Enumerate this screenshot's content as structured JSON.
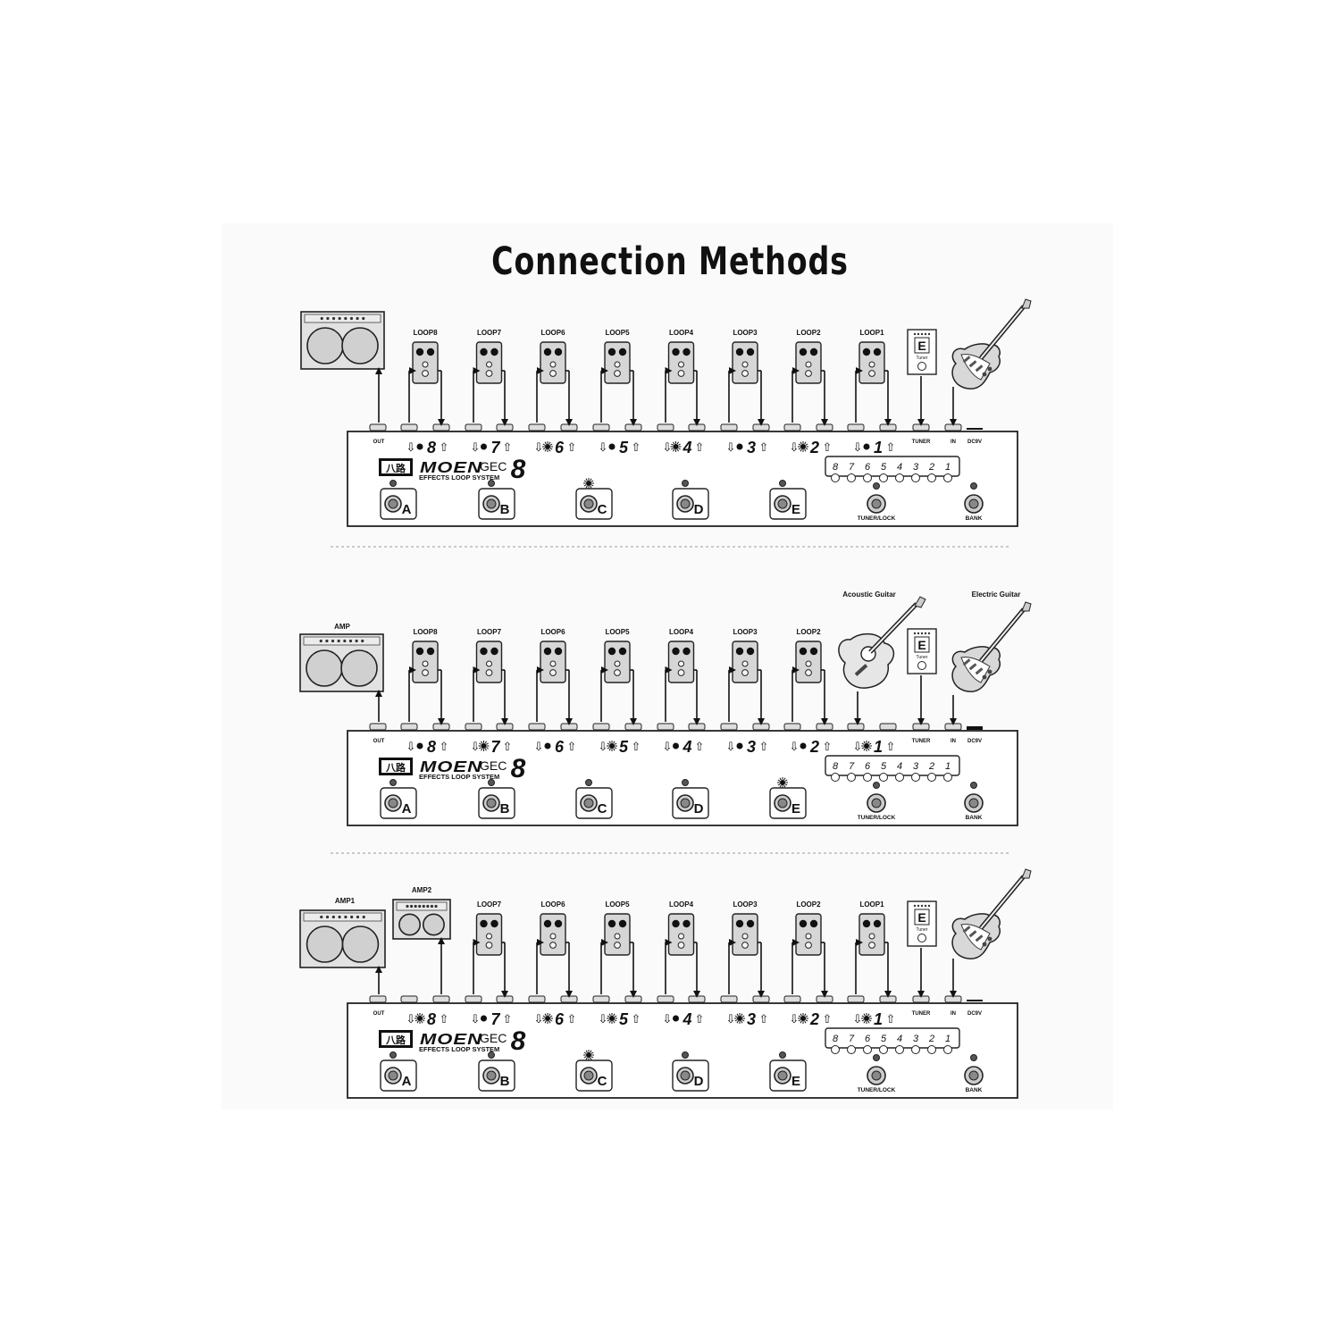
{
  "title": "Connection Methods",
  "device": {
    "brand": "MOEN",
    "model": "GEC",
    "model_number": "8",
    "chinese_badge": "八路",
    "tagline": "EFFECTS LOOP SYSTEM",
    "jack_labels": {
      "out": "OUT",
      "tuner": "TUNER",
      "in": "IN",
      "power": "DC9V"
    },
    "footswitches": [
      "A",
      "B",
      "C",
      "D",
      "E"
    ],
    "tuner_switch_label": "TUNER/LOCK",
    "bank_switch_label": "BANK",
    "loop_indicator_digits": [
      "8",
      "7",
      "6",
      "5",
      "4",
      "3",
      "2",
      "1"
    ]
  },
  "tuner_pedal": {
    "display": "E",
    "label": "Tuner"
  },
  "diagrams": [
    {
      "amps": [],
      "instruments": [],
      "loops": [
        "LOOP8",
        "LOOP7",
        "LOOP6",
        "LOOP5",
        "LOOP4",
        "LOOP3",
        "LOOP2",
        "LOOP1"
      ],
      "active_loops": [
        "6",
        "4",
        "2"
      ],
      "active_switch": "C"
    },
    {
      "amps": [
        "AMP"
      ],
      "instruments": [
        "Acoustic  Guitar",
        "Electric Guitar"
      ],
      "loops": [
        "LOOP8",
        "LOOP7",
        "LOOP6",
        "LOOP5",
        "LOOP4",
        "LOOP3",
        "LOOP2"
      ],
      "active_loops": [
        "7",
        "5",
        "1"
      ],
      "active_switch": "E"
    },
    {
      "amps": [
        "AMP1",
        "AMP2"
      ],
      "instruments": [],
      "loops": [
        "LOOP7",
        "LOOP6",
        "LOOP5",
        "LOOP4",
        "LOOP3",
        "LOOP2",
        "LOOP1"
      ],
      "active_loops": [
        "8",
        "6",
        "5",
        "3",
        "2",
        "1"
      ],
      "active_switch": "C"
    }
  ]
}
